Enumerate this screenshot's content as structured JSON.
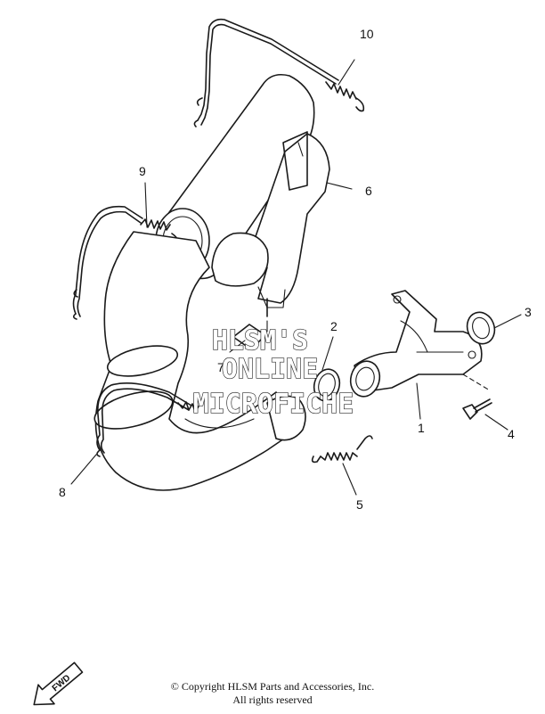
{
  "callouts": [
    "1",
    "2",
    "3",
    "4",
    "5",
    "6",
    "7",
    "8",
    "9",
    "10"
  ],
  "watermark": {
    "line1": "HLSM'S",
    "line2": "ONLINE",
    "line3": "MICROFICHE"
  },
  "fwd_label": "FWD",
  "copyright": {
    "line1": "© Copyright HLSM Parts and Accessories, Inc.",
    "line2": "All rights reserved"
  }
}
